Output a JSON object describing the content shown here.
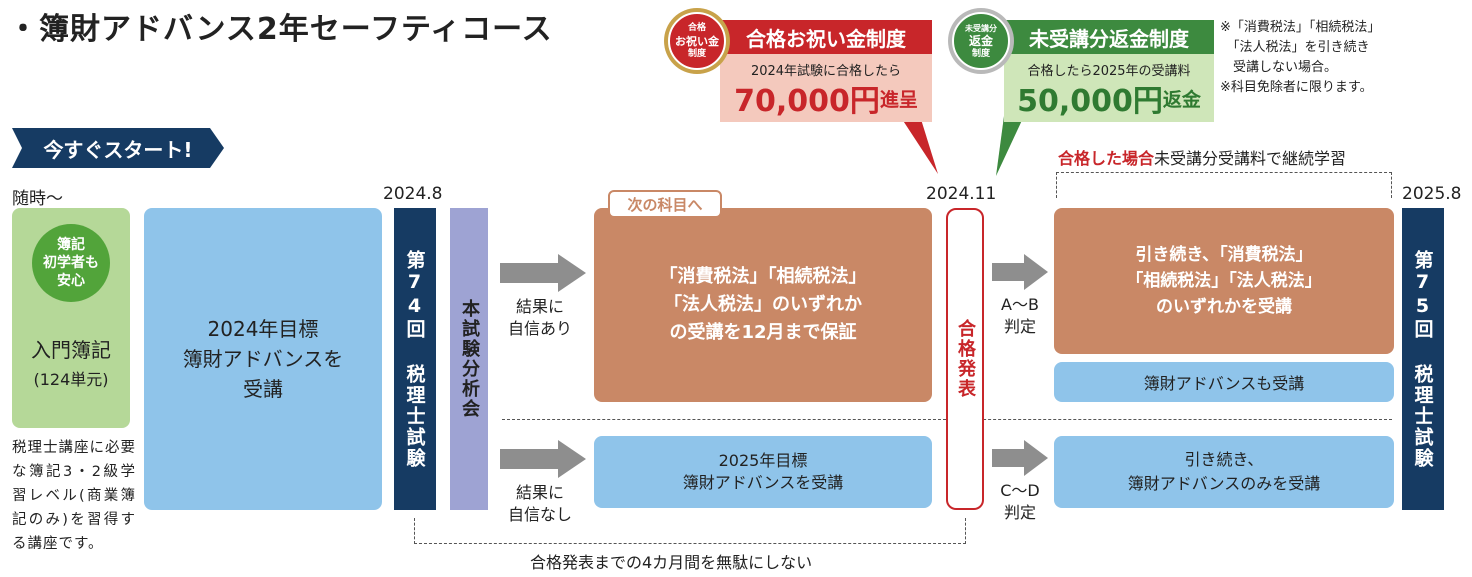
{
  "title": "・簿財アドバンス2年セーフティコース",
  "start_badge": "今すぐスタート!",
  "dates": {
    "anytime": "随時〜",
    "aug2024": "2024.8",
    "nov2024": "2024.11",
    "aug2025": "2025.8"
  },
  "intro_course": {
    "circle": "簿記\n初学者も\n安心",
    "name": "入門簿記",
    "units": "(124単元)",
    "note": "税理士講座に必要な簿記3・2級学習レベル(商業簿記のみ)を習得する講座です。"
  },
  "main_course": "2024年目標\n簿財アドバンスを\n受講",
  "exam74": "第74回 税理士試験",
  "analysis": "本試験分析会",
  "branch_confident": {
    "label": "結果に\n自信あり",
    "tab": "次の科目へ",
    "box": "「消費税法」「相続税法」\n「法人税法」のいずれか\nの受講を12月まで保証"
  },
  "branch_unconfident": {
    "label": "結果に\n自信なし",
    "box": "2025年目標\n簿財アドバンスを受講"
  },
  "announcement": "合格発表",
  "judge_ab": "A〜B\n判定",
  "judge_cd": "C〜D\n判定",
  "continue_heading": {
    "red": "合格した場合",
    "rest": "未受講分受講料で継続学習"
  },
  "continue_box": "引き続き、「消費税法」\n「相続税法」「法人税法」\nのいずれかを受講",
  "also_box": "簿財アドバンスも受講",
  "cd_box": "引き続き、\n簿財アドバンスのみを受講",
  "exam75": "第75回 税理士試験",
  "bottom_note": "合格発表までの4カ月間を無駄にしない",
  "callout_celebration": {
    "seal": [
      "合格",
      "お祝い金",
      "制度"
    ],
    "head": "合格お祝い金制度",
    "sub": "2024年試験に合格したら",
    "amount": "70,000円",
    "suffix": "進呈"
  },
  "callout_refund": {
    "seal": [
      "未受講分",
      "返金",
      "制度"
    ],
    "head": "未受講分返金制度",
    "sub": "合格したら2025年の受講料",
    "amount": "50,000円",
    "suffix": "返金"
  },
  "footnotes": "※「消費税法」「相続税法」\n　「法人税法」を引き続き\n　受講しない場合。\n※科目免除者に限ります。",
  "colors": {
    "navy": "#163b63",
    "brown": "#c98866",
    "blue": "#8fc4ea",
    "green": "#b5d898",
    "red": "#c8262a",
    "purple": "#9ea3d3"
  }
}
